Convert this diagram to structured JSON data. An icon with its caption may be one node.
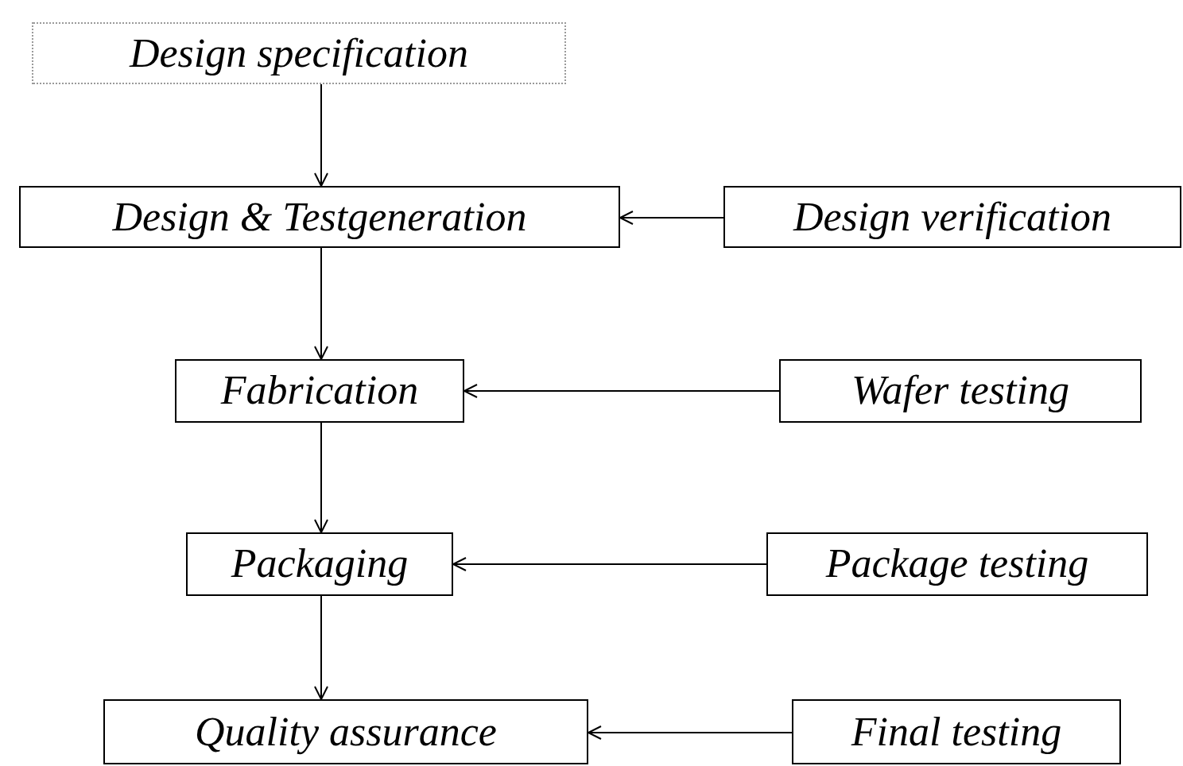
{
  "diagram": {
    "nodes": [
      {
        "text": [
          "Design specification"
        ]
      },
      {
        "text": [
          "Design & Testgeneration"
        ]
      },
      {
        "text": [
          "Design verification"
        ]
      },
      {
        "text": [
          "Fabrication"
        ]
      },
      {
        "text": [
          "Wafer testing"
        ]
      },
      {
        "text": [
          "Packaging"
        ]
      },
      {
        "text": [
          "Package testing"
        ]
      },
      {
        "text": [
          "Quality assurance"
        ]
      },
      {
        "text": [
          "Final testing"
        ]
      }
    ],
    "edges": [
      {
        "from": 0,
        "to": 1,
        "arrow": "to"
      },
      {
        "from": 2,
        "to": 1,
        "arrow": "to"
      },
      {
        "from": 1,
        "to": 3,
        "arrow": "to"
      },
      {
        "from": 4,
        "to": 3,
        "arrow": "to"
      },
      {
        "from": 3,
        "to": 5,
        "arrow": "to"
      },
      {
        "from": 6,
        "to": 5,
        "arrow": "to"
      },
      {
        "from": 5,
        "to": 7,
        "arrow": "to"
      },
      {
        "from": 8,
        "to": 7,
        "arrow": "to"
      }
    ]
  }
}
